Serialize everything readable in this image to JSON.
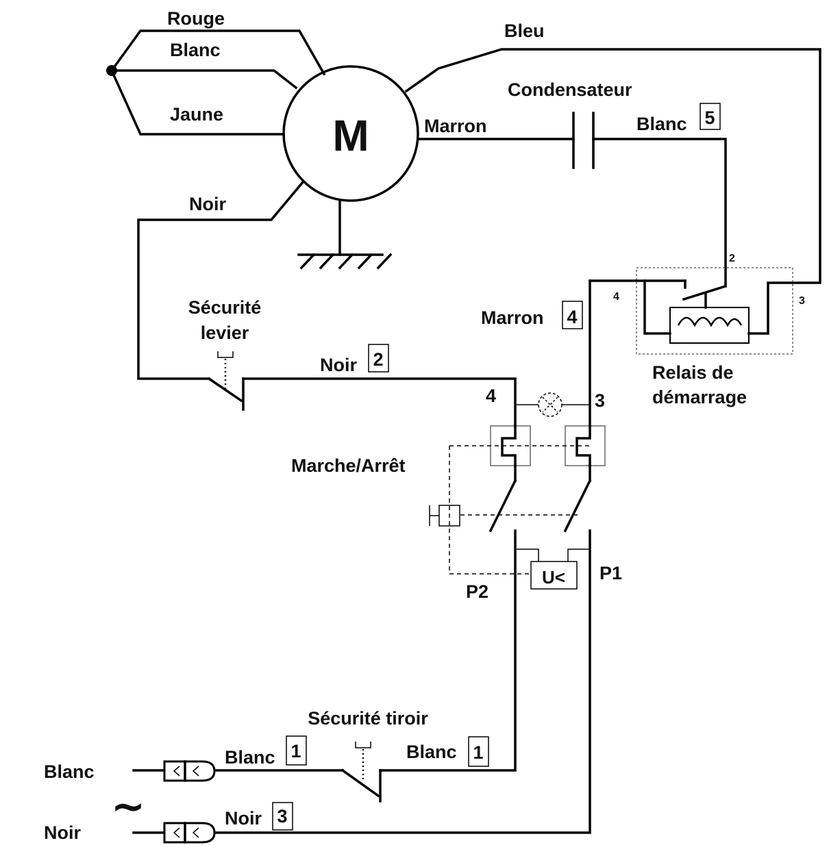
{
  "motor": {
    "symbol": "M"
  },
  "wires": {
    "rouge": "Rouge",
    "blanc_motor": "Blanc",
    "jaune": "Jaune",
    "noir_motor": "Noir",
    "bleu": "Bleu",
    "marron_motor": "Marron",
    "blanc_5": "Blanc",
    "marron_4": "Marron",
    "noir_2": "Noir",
    "blanc_1a": "Blanc",
    "blanc_1b": "Blanc",
    "noir_3": "Noir"
  },
  "connector_numbers": {
    "n5": "5",
    "n4": "4",
    "n2": "2",
    "n1a": "1",
    "n1b": "1",
    "n3": "3"
  },
  "components": {
    "condensateur": "Condensateur",
    "securite_levier_l1": "Sécurité",
    "securite_levier_l2": "levier",
    "relais_l1": "Relais de",
    "relais_l2": "démarrage",
    "marche_arret": "Marche/Arrêt",
    "securite_tiroir": "Sécurité tiroir",
    "undervoltage": "U<"
  },
  "terminals": {
    "relay_2": "2",
    "relay_4": "4",
    "relay_3": "3",
    "switch_4": "4",
    "switch_3": "3",
    "p1": "P1",
    "p2": "P2"
  },
  "supply": {
    "blanc": "Blanc",
    "noir": "Noir",
    "tilde": "~"
  }
}
